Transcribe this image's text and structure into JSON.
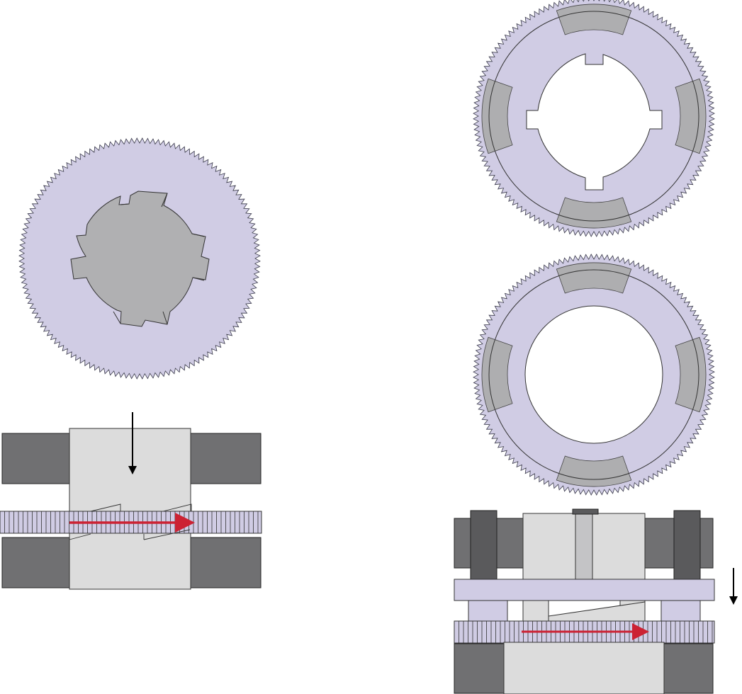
{
  "colors": {
    "gear_fill": "#d0cce4",
    "gear_stroke": "#3a3a4a",
    "hub_gray": "#b0b0b2",
    "pad_gray": "#aeaeb0",
    "dark_block": "#707072",
    "darker_block": "#5a5a5c",
    "light_block": "#dcdcdc",
    "arrow_red": "#cc2233",
    "arrow_black": "#000000"
  },
  "figures": {
    "left_gear_with_hub": {
      "name": "left-gear",
      "teeth_count": 140
    },
    "right_ring_gear_keyed": {
      "name": "ring-gear-with-keyways",
      "teeth_count": 140,
      "keyways": 4,
      "friction_pads": 4
    },
    "right_ring_gear_plain": {
      "name": "ring-gear-plain",
      "teeth_count": 140,
      "friction_pads": 4
    },
    "left_section": {
      "direction_arrow": "down",
      "motion_arrow": "right"
    },
    "right_section": {
      "direction_arrow": "down",
      "motion_arrow": "right"
    }
  }
}
